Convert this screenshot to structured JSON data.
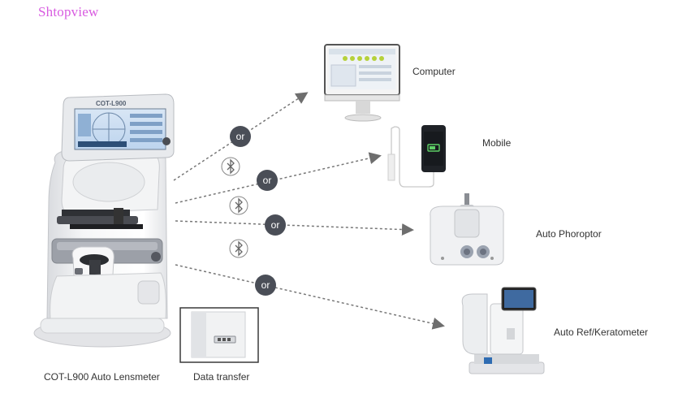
{
  "watermark": {
    "text": "Shtopview",
    "color": "#d85be0"
  },
  "center": {
    "device_label": "COT-L900 Auto Lensmeter",
    "screen_brand": "COT-L900",
    "inset_label": "Data transfer"
  },
  "targets": [
    {
      "label": "Computer",
      "icon": "computer-icon"
    },
    {
      "label": "Mobile",
      "icon": "mobile-phone-icon"
    },
    {
      "label": "Auto Phoroptor",
      "icon": "phoroptor-icon"
    },
    {
      "label": "Auto Ref/Keratometer",
      "icon": "autorefractor-icon"
    }
  ],
  "connectors": {
    "or_label": "or",
    "bluetooth_icon": "bluetooth-icon",
    "arrow_color": "#777777",
    "badge_color": "#4a4e57"
  }
}
